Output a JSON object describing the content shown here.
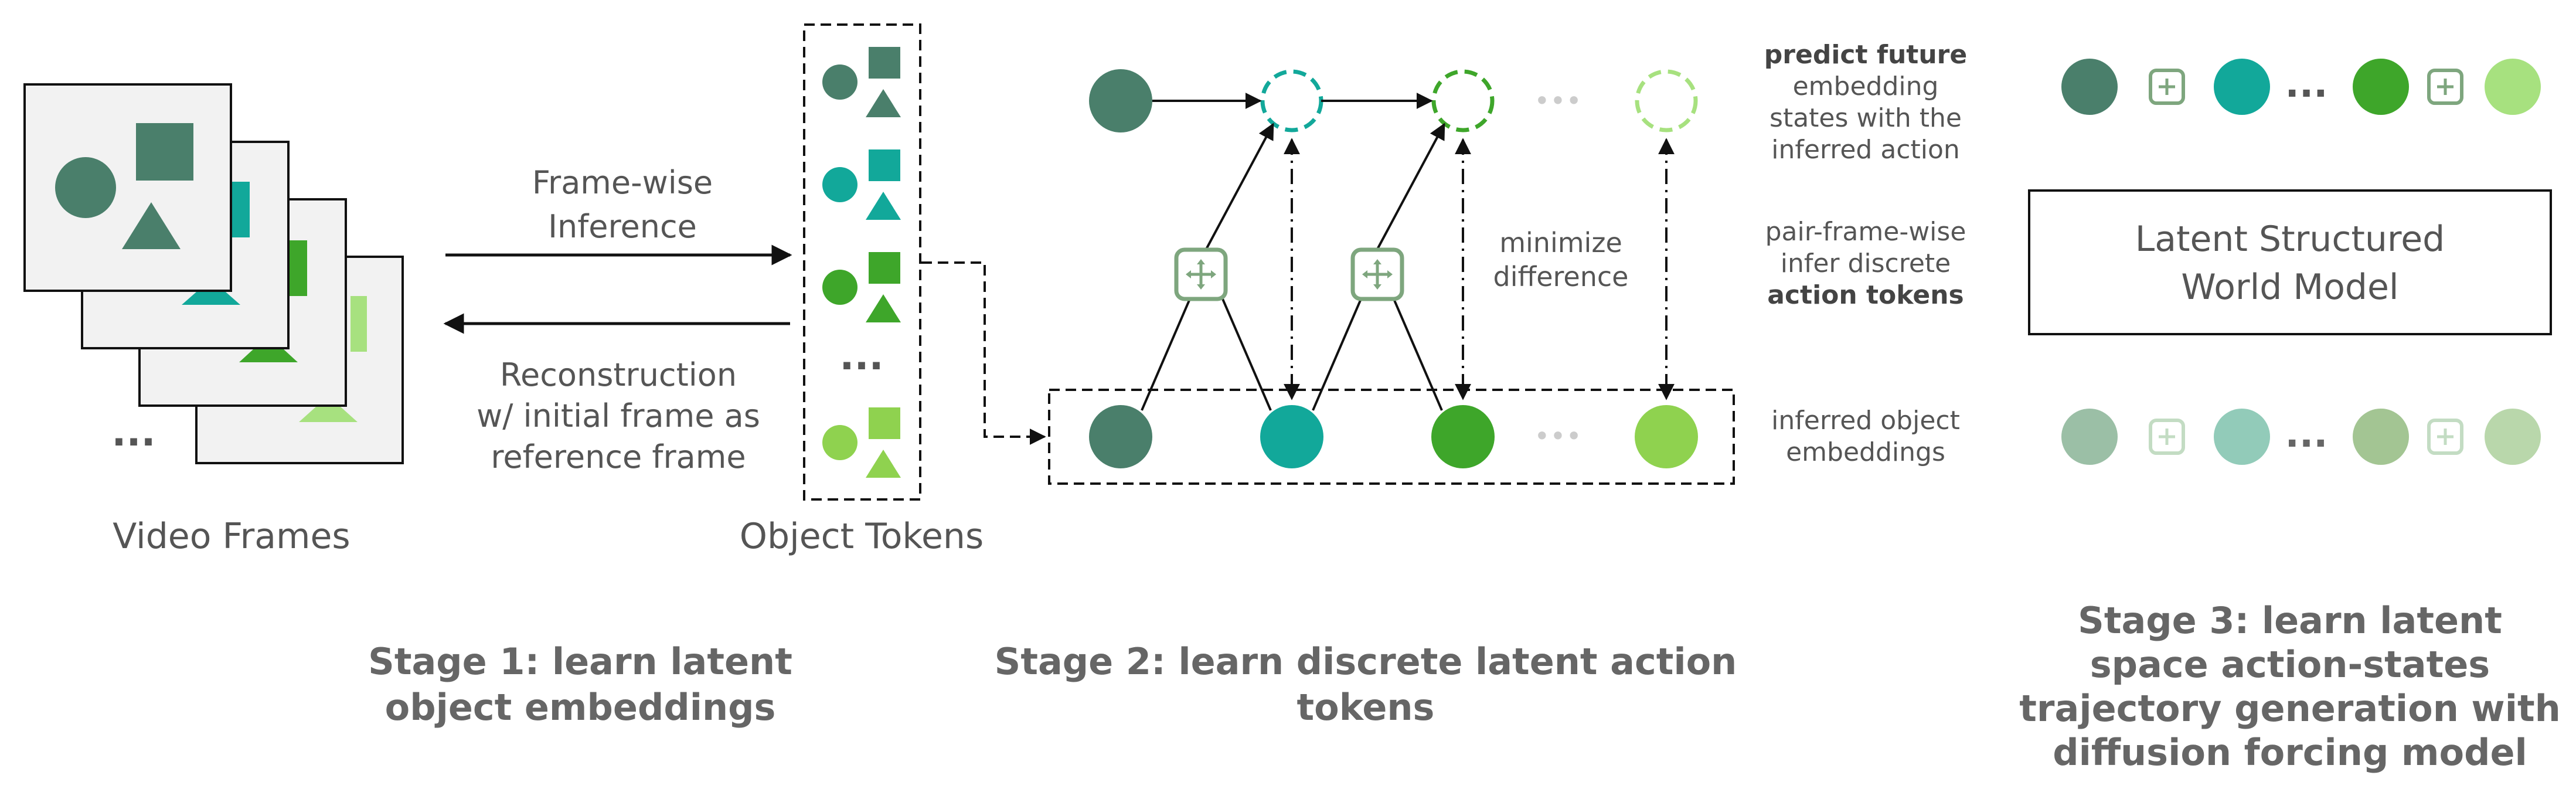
{
  "colors": {
    "c1": "#4a7f6b",
    "c2": "#12a89a",
    "c3": "#3ea62a",
    "c4": "#8fd24f",
    "c4_light": "#a7e17f",
    "frame_bg": "#f2f2f2",
    "text": "#555555",
    "plus_icon": "#7ea67e"
  },
  "stage1": {
    "video_frames_label": "Video Frames",
    "ellipsis": "...",
    "arrow_forward_line1": "Frame-wise",
    "arrow_forward_line2": "Inference",
    "arrow_back_line1": "Reconstruction",
    "arrow_back_line2": "w/ initial frame as",
    "arrow_back_line3": "reference frame",
    "object_tokens_label": "Object Tokens",
    "tokens_ellipsis": "...",
    "title_line1": "Stage 1: learn latent",
    "title_line2": "object embeddings"
  },
  "stage2": {
    "minimize_line1": "minimize",
    "minimize_line2": "difference",
    "dots": "•••",
    "title_line1": "Stage 2: learn discrete latent action",
    "title_line2": "tokens"
  },
  "legend": {
    "predict_line1": "predict future",
    "predict_line2": "embedding",
    "predict_line3": "states with the",
    "predict_line4": "inferred action",
    "pair_line1": "pair-frame-wise",
    "pair_line2": "infer discrete",
    "pair_line3": "action tokens",
    "inferred_line1": "inferred object",
    "inferred_line2": "embeddings"
  },
  "stage3": {
    "box_line1": "Latent Structured",
    "box_line2": "World Model",
    "ellipsis": "...",
    "title_line1": "Stage 3: learn latent",
    "title_line2": "space action-states",
    "title_line3": "trajectory generation with",
    "title_line4": "diffusion forcing model"
  }
}
